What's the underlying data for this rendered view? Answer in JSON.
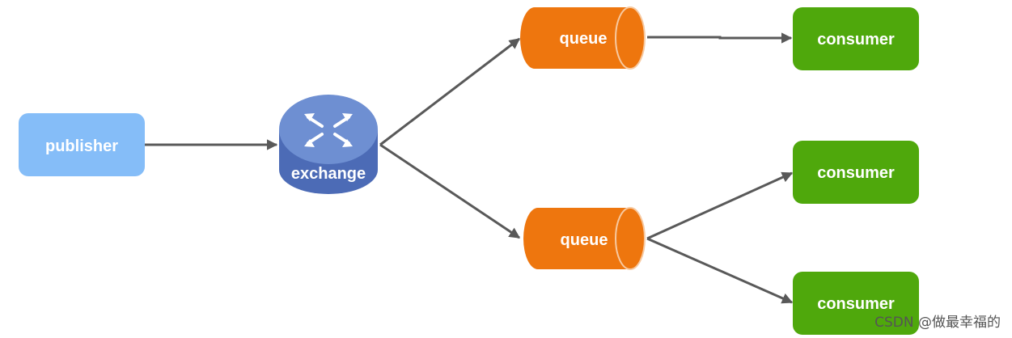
{
  "nodes": {
    "publisher": {
      "label": "publisher"
    },
    "exchange": {
      "label": "exchange"
    },
    "queue_top": {
      "label": "queue"
    },
    "queue_bottom": {
      "label": "queue"
    },
    "consumer_1": {
      "label": "consumer"
    },
    "consumer_2": {
      "label": "consumer"
    },
    "consumer_3": {
      "label": "consumer"
    }
  },
  "edges": [
    {
      "from": "publisher",
      "to": "exchange"
    },
    {
      "from": "exchange",
      "to": "queue_top"
    },
    {
      "from": "exchange",
      "to": "queue_bottom"
    },
    {
      "from": "queue_top",
      "to": "consumer_1"
    },
    {
      "from": "queue_bottom",
      "to": "consumer_2"
    },
    {
      "from": "queue_bottom",
      "to": "consumer_3"
    }
  ],
  "watermark": "CSDN @做最幸福的",
  "colors": {
    "publisher": "#85BDF8",
    "exchange_top": "#6E8FD2",
    "exchange_side": "#4C6BB6",
    "queue": "#EE760E",
    "consumer": "#4FA80C",
    "arrow": "#595959"
  }
}
